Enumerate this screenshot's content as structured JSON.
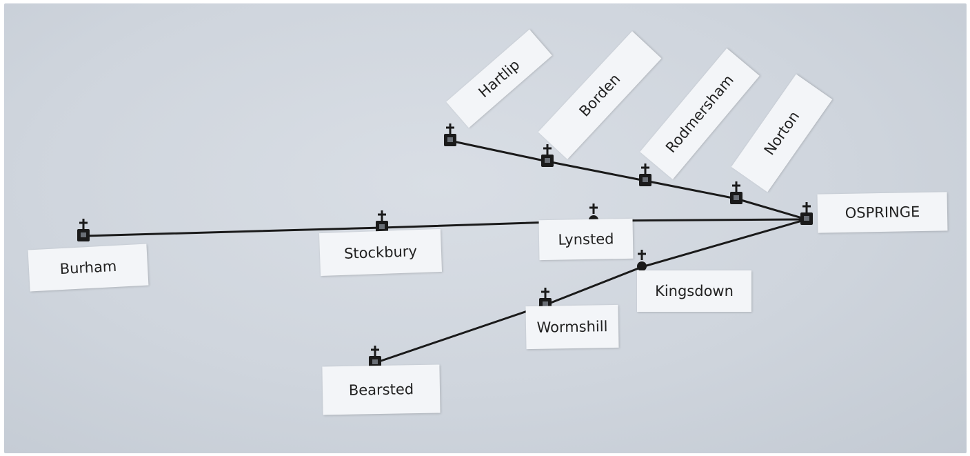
{
  "places": {
    "ospringe": "OSPRINGE",
    "hartlip": "Hartlip",
    "borden": "Borden",
    "rodmersham": "Rodmersham",
    "norton": "Norton",
    "burham": "Burham",
    "stockbury": "Stockbury",
    "lynsted": "Lynsted",
    "kingsdown": "Kingsdown",
    "wormshill": "Wormshill",
    "bearsted": "Bearsted"
  },
  "symbol_types": {
    "ospringe": "church",
    "hartlip": "church",
    "borden": "church",
    "rodmersham": "church",
    "norton": "church",
    "burham": "church",
    "stockbury": "church",
    "lynsted": "chapel",
    "kingsdown": "chapel",
    "wormshill": "church",
    "bearsted": "church"
  },
  "connections": [
    [
      "hartlip",
      "borden"
    ],
    [
      "borden",
      "rodmersham"
    ],
    [
      "rodmersham",
      "norton"
    ],
    [
      "norton",
      "ospringe"
    ],
    [
      "burham",
      "stockbury"
    ],
    [
      "stockbury",
      "lynsted"
    ],
    [
      "lynsted",
      "ospringe"
    ],
    [
      "bearsted",
      "wormshill"
    ],
    [
      "wormshill",
      "kingsdown"
    ],
    [
      "kingsdown",
      "ospringe"
    ]
  ],
  "colors": {
    "line": "#1a1a1a",
    "label_paper": "#f3f5f8",
    "board": "#cfd5dd"
  }
}
